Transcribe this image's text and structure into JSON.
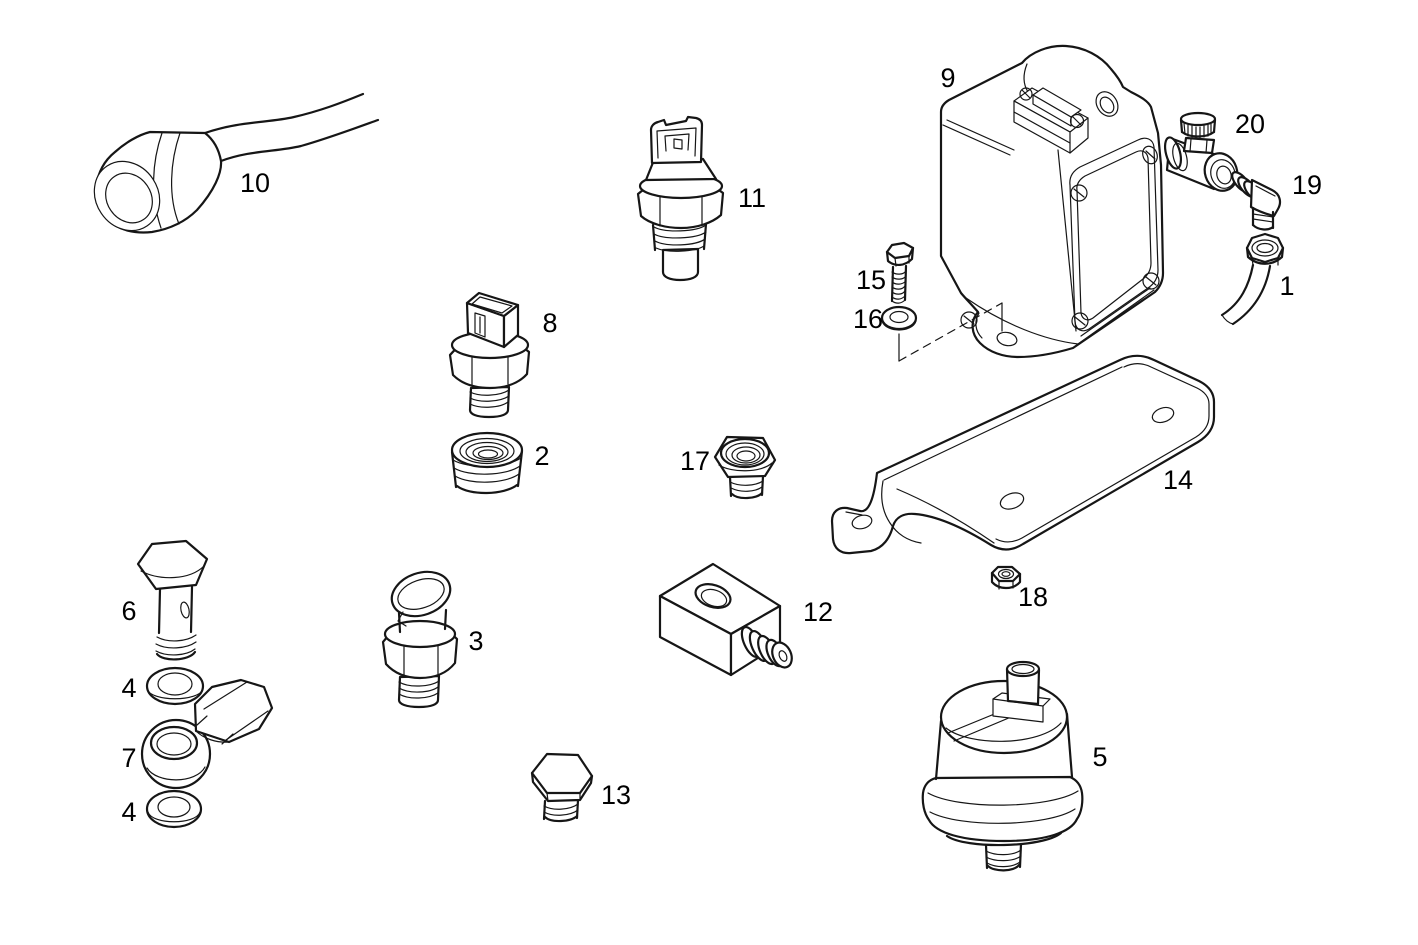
{
  "figure": {
    "type": "exploded-parts-diagram",
    "background_color": "#ffffff",
    "stroke_color": "#161616",
    "label_color": "#000000",
    "parts": [
      {
        "number": "1",
        "name": "pipe-with-union-nut"
      },
      {
        "number": "2",
        "name": "reducer-bushing"
      },
      {
        "number": "3",
        "name": "oil-pressure-sensor"
      },
      {
        "number": "4",
        "name": "sealing-washer"
      },
      {
        "number": "5",
        "name": "pressure-gauge-sender"
      },
      {
        "number": "6",
        "name": "banjo-bolt"
      },
      {
        "number": "7",
        "name": "banjo-union"
      },
      {
        "number": "8",
        "name": "pressure-switch"
      },
      {
        "number": "9",
        "name": "transmitter-unit"
      },
      {
        "number": "10",
        "name": "connector-boot-with-cable"
      },
      {
        "number": "11",
        "name": "temperature-sensor"
      },
      {
        "number": "12",
        "name": "adapter-block"
      },
      {
        "number": "13",
        "name": "screw-plug"
      },
      {
        "number": "14",
        "name": "mounting-bracket"
      },
      {
        "number": "15",
        "name": "hex-bolt"
      },
      {
        "number": "16",
        "name": "flat-washer"
      },
      {
        "number": "17",
        "name": "reducer-adapter"
      },
      {
        "number": "18",
        "name": "hex-nut"
      },
      {
        "number": "19",
        "name": "elbow-fitting"
      },
      {
        "number": "20",
        "name": "shutoff-valve-fitting"
      }
    ]
  }
}
